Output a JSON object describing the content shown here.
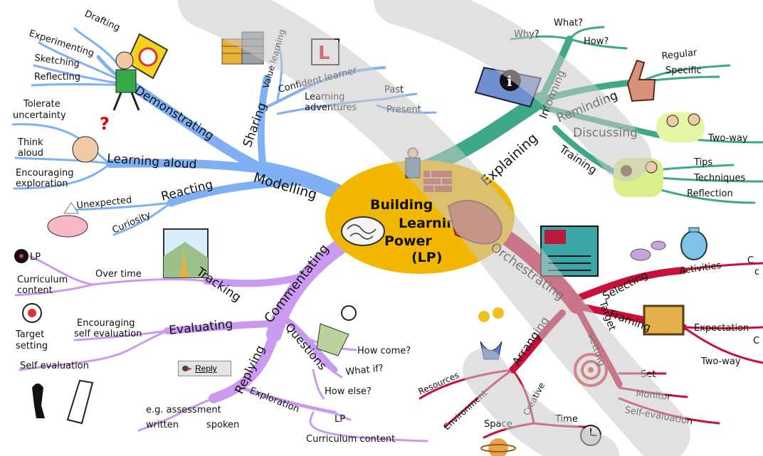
{
  "center": {
    "line1": "Building",
    "line2": "Learning",
    "line3": "Power",
    "line4": "(LP)"
  },
  "branches": {
    "modelling": {
      "label": "Modelling",
      "demonstrating": {
        "label": "Demonstrating",
        "items": [
          "Drafting",
          "Experimenting",
          "Sketching",
          "Reflecting"
        ]
      },
      "sharing": {
        "label": "Sharing",
        "items": [
          "Value learning",
          "Confident learner",
          "Learning",
          "adventures",
          "Past",
          "Present"
        ]
      },
      "learning_aloud": {
        "label": "Learning aloud",
        "items": [
          "Tolerate",
          "uncertainty",
          "Think",
          "aloud",
          "Encouraging",
          "exploration"
        ]
      },
      "reacting": {
        "label": "Reacting",
        "items": [
          "Unexpected",
          "Curiosity"
        ]
      }
    },
    "explaining": {
      "label": "Explaining",
      "informing": {
        "label": "Informing",
        "items": [
          "Why?",
          "What?",
          "How?"
        ]
      },
      "reminding": {
        "label": "Reminding",
        "items": [
          "Regular",
          "Specific"
        ]
      },
      "discussing": {
        "label": "Discussing",
        "items": [
          "Two-way"
        ]
      },
      "training": {
        "label": "Training",
        "items": [
          "Tips",
          "Techniques",
          "Reflection"
        ]
      }
    },
    "commentating": {
      "label": "Commentating",
      "replying": {
        "label": "Replying"
      },
      "tracking": {
        "label": "Tracking",
        "items": [
          "LP",
          "Over time",
          "Curriculum",
          "content"
        ]
      },
      "evaluating": {
        "label": "Evaluating",
        "items": [
          "Encouraging",
          "self evaluation",
          "Target",
          "setting",
          "Self evaluation"
        ]
      },
      "questions": {
        "label": "Questions",
        "items": [
          "How come?",
          "What if?",
          "How else?"
        ]
      },
      "exploration": {
        "label": "Exploration",
        "items": [
          "LP",
          "Curriculum content",
          "e.g. assessment",
          "written",
          "spoken"
        ]
      }
    },
    "orchestrating": {
      "label": "Orchestrating",
      "selecting": {
        "label": "Selecting",
        "items": [
          "Activities",
          "C",
          "c"
        ]
      },
      "framing": {
        "label": "Framing",
        "items": [
          "Expectation",
          "C",
          "Two-way"
        ]
      },
      "target_setting": {
        "label": "Target",
        "label2": "setting",
        "items": [
          "Set",
          "Monitor",
          "Self-evaluation"
        ]
      },
      "arranging": {
        "label": "Arranging",
        "items": [
          "Resources",
          "Environment",
          "Creative",
          "Space",
          "Time"
        ]
      }
    }
  },
  "reply_button": {
    "label": "Reply"
  },
  "icons": [
    "builder-icon",
    "brain-icon",
    "arm-icon",
    "coins-icon",
    "l-plate-icon",
    "thinker-icon",
    "flying-pig-icon",
    "info-icon",
    "pointing-hand-icon",
    "handshake-icon",
    "dancers-icon",
    "conductor-icon",
    "teapot-icon",
    "sweets-icon",
    "flowers-icon",
    "target-icon",
    "stopwatch-icon",
    "planet-icon",
    "inspector-icon",
    "mirror-icon",
    "record-icon",
    "path-picture-icon"
  ],
  "colors": {
    "modelling": "#7fb0f4",
    "explaining": "#3fa888",
    "commentating": "#c99af0",
    "orchestrating": "#c8103a",
    "center": "#f2b700",
    "watermark": "#c8c8c8"
  }
}
